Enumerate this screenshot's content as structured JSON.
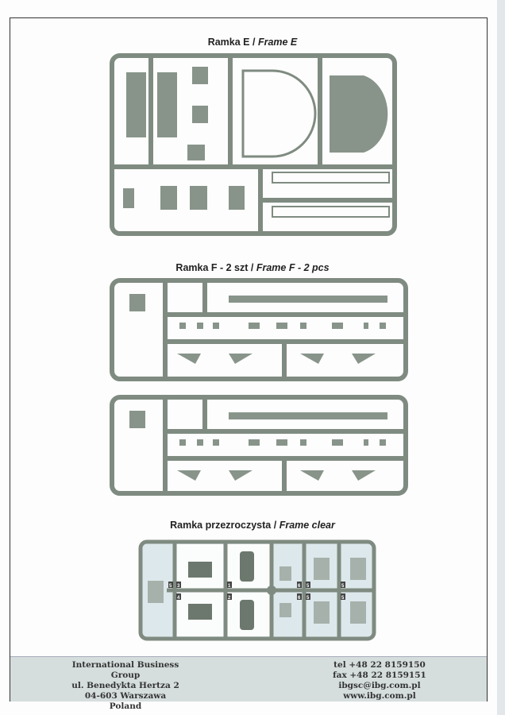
{
  "frames": {
    "e": {
      "title_pl": "Ramka E",
      "sep": " / ",
      "title_en": "Frame E"
    },
    "f": {
      "title_pl": "Ramka F - 2 szt",
      "sep": " / ",
      "title_en": "Frame F - 2 pcs"
    },
    "clear": {
      "title_pl": "Ramka przezroczysta",
      "sep": " / ",
      "title_en": "Frame clear",
      "part_numbers": [
        "5",
        "3",
        "4",
        "1",
        "2",
        "6",
        "6",
        "5",
        "5",
        "5",
        "5"
      ]
    }
  },
  "footer": {
    "company": "International Business Group",
    "street": "ul. Benedykta  Hertza 2",
    "city": "04-603 Warszawa",
    "country": "Poland",
    "tel": "tel +48 22 8159150",
    "fax": "fax +48 22 8159151",
    "email": "ibgsc@ibg.com.pl",
    "web": "www.ibg.com.pl"
  },
  "colors": {
    "sprue": "#7f8b81",
    "part": "#88948a",
    "clear_tint": "#dde8ec",
    "footer_bg": "#d5dddd"
  }
}
